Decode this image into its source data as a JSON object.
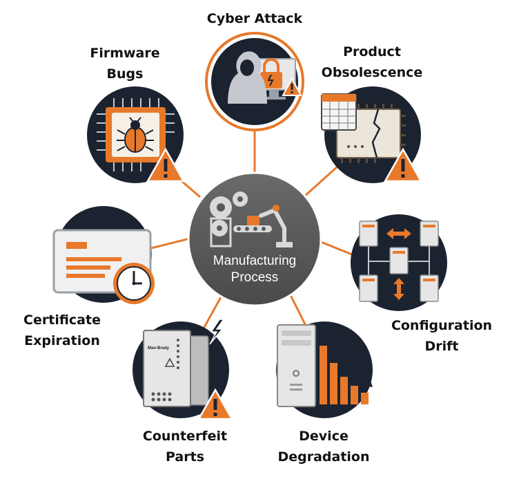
{
  "center": {
    "line1": "Manufacturing",
    "line2": "Process"
  },
  "nodes": [
    {
      "id": "cyber",
      "line1": "Cyber Attack",
      "line2": ""
    },
    {
      "id": "obsolescence",
      "line1": "Product",
      "line2": "Obsolescence"
    },
    {
      "id": "drift",
      "line1": "Configuration",
      "line2": "Drift"
    },
    {
      "id": "degradation",
      "line1": "Device",
      "line2": "Degradation"
    },
    {
      "id": "counterfeit",
      "line1": "Counterfeit",
      "line2": "Parts"
    },
    {
      "id": "certificate",
      "line1": "Certificate",
      "line2": "Expiration"
    },
    {
      "id": "firmware",
      "line1": "Firmware",
      "line2": "Bugs"
    }
  ],
  "counterfeit_brand": "Man-Brady",
  "colors": {
    "accent": "#e8792b",
    "dark": "#1c2330",
    "center": "#555555",
    "connector": "#e8792b"
  }
}
